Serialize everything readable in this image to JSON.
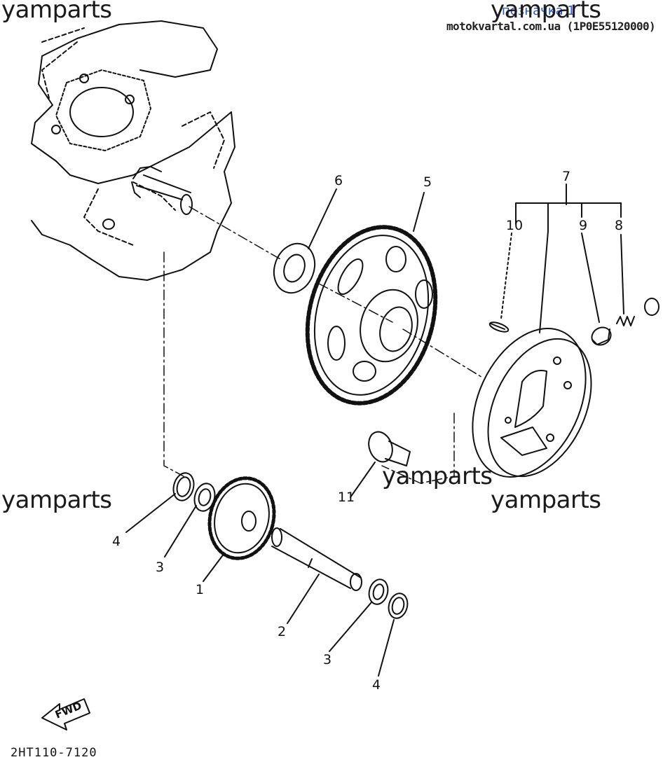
{
  "header": {
    "link_text": "позначка 1",
    "source_text": "motokvartal.com.ua (1P0E55120000)"
  },
  "watermarks": [
    "yamparts",
    "yamparts",
    "yamparts",
    "yamparts",
    "yamparts"
  ],
  "callouts": {
    "c1": "1",
    "c2": "2",
    "c3a": "3",
    "c3b": "3",
    "c4a": "4",
    "c4b": "4",
    "c5": "5",
    "c6": "6",
    "c7": "7",
    "c8": "8",
    "c9": "9",
    "c10": "10",
    "c11": "11"
  },
  "fwd_label": "FWD",
  "drawing_code": "2HT110-7120",
  "colors": {
    "ink": "#111111",
    "link": "#2456d8",
    "background": "#ffffff"
  }
}
